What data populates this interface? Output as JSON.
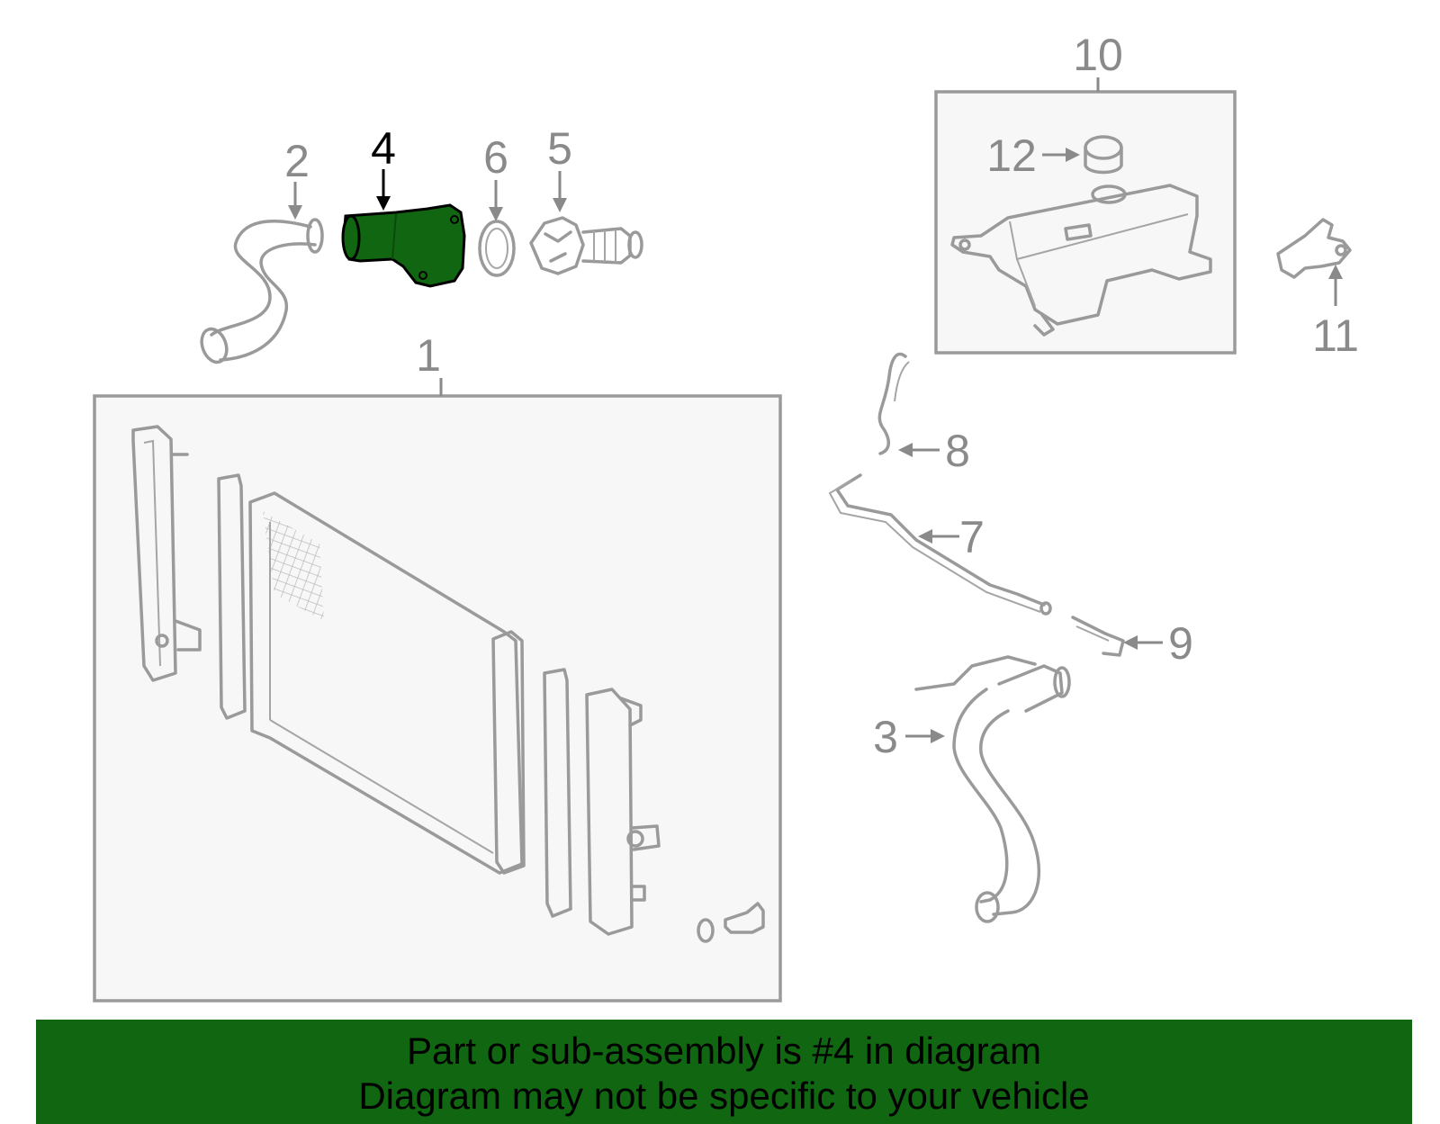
{
  "diagram": {
    "labels": {
      "l1": "1",
      "l2": "2",
      "l3": "3",
      "l4": "4",
      "l5": "5",
      "l6": "6",
      "l7": "7",
      "l8": "8",
      "l9": "9",
      "l10": "10",
      "l11": "11",
      "l12": "12"
    },
    "highlighted_part": "4",
    "highlight_color": "#116611"
  },
  "banner": {
    "line1": "Part or sub-assembly is #4 in diagram",
    "line2": "Diagram may not be specific to your vehicle",
    "background": "#116611"
  }
}
